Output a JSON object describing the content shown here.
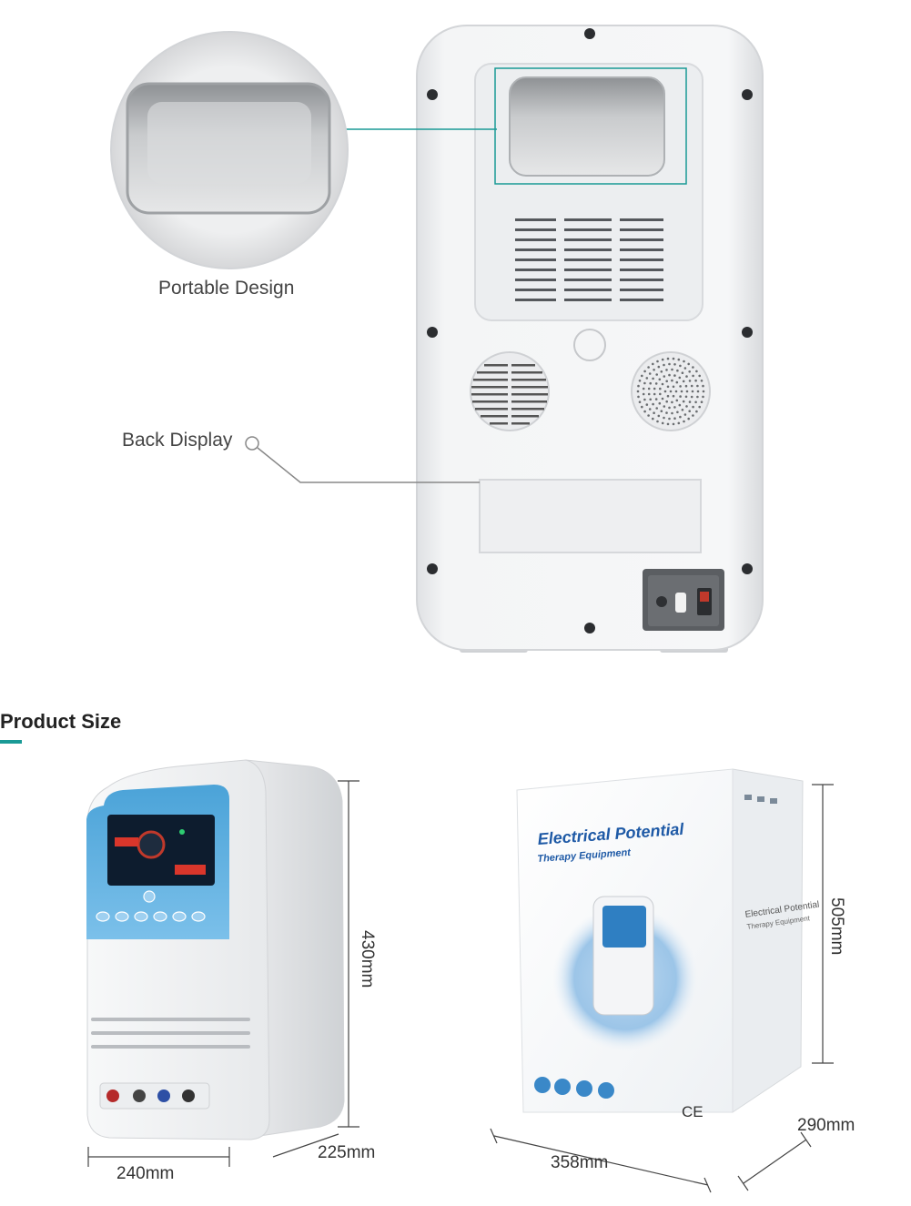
{
  "callouts": {
    "portable": "Portable Design",
    "back_display": "Back Display"
  },
  "section": {
    "title": "Product Size"
  },
  "device_dims": {
    "height": "430mm",
    "depth": "225mm",
    "width": "240mm"
  },
  "box_dims": {
    "height": "505mm",
    "depth": "290mm",
    "width": "358mm"
  },
  "box": {
    "title": "Electrical Potential",
    "subtitle": "Therapy Equipment",
    "side_title": "Electrical Potential",
    "side_subtitle": "Therapy Equipment",
    "ce_mark": "CE"
  },
  "colors": {
    "accent": "#1a9a96",
    "panel_blue": "#5aaee0",
    "device_white": "#f1f2f4"
  }
}
